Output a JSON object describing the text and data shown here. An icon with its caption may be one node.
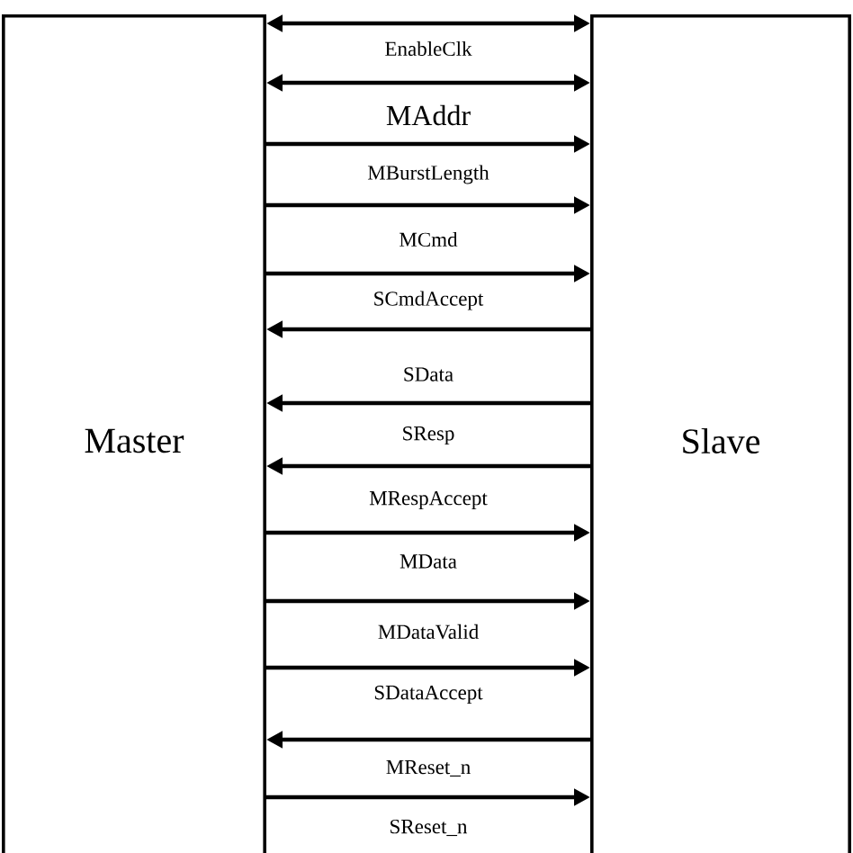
{
  "diagram": {
    "nodes": [
      {
        "text": [
          "Master"
        ]
      },
      {
        "text": [
          "Slave"
        ]
      }
    ],
    "edges": [
      {
        "from": 0,
        "to": 1,
        "arrow": "both"
      },
      {
        "from": 0,
        "to": 1,
        "arrow": "both",
        "label": "EnableClk"
      },
      {
        "from": 0,
        "to": 1,
        "arrow": "to",
        "label": "MAddr"
      },
      {
        "from": 0,
        "to": 1,
        "arrow": "to",
        "label": "MBurstLength"
      },
      {
        "from": 0,
        "to": 1,
        "arrow": "to",
        "label": "MCmd"
      },
      {
        "from": 1,
        "to": 0,
        "arrow": "to",
        "label": "SCmdAccept"
      },
      {
        "from": 1,
        "to": 0,
        "arrow": "to",
        "label": "SData"
      },
      {
        "from": 1,
        "to": 0,
        "arrow": "to",
        "label": "SResp"
      },
      {
        "from": 0,
        "to": 1,
        "arrow": "to",
        "label": "MRespAccept"
      },
      {
        "from": 0,
        "to": 1,
        "arrow": "to",
        "label": "MData"
      },
      {
        "from": 0,
        "to": 1,
        "arrow": "to",
        "label": "MDataValid"
      },
      {
        "from": 1,
        "to": 0,
        "arrow": "to",
        "label": "SDataAccept"
      },
      {
        "from": 0,
        "to": 1,
        "arrow": "to",
        "label": "MReset_n"
      }
    ],
    "labels": [
      "SReset_n"
    ]
  }
}
